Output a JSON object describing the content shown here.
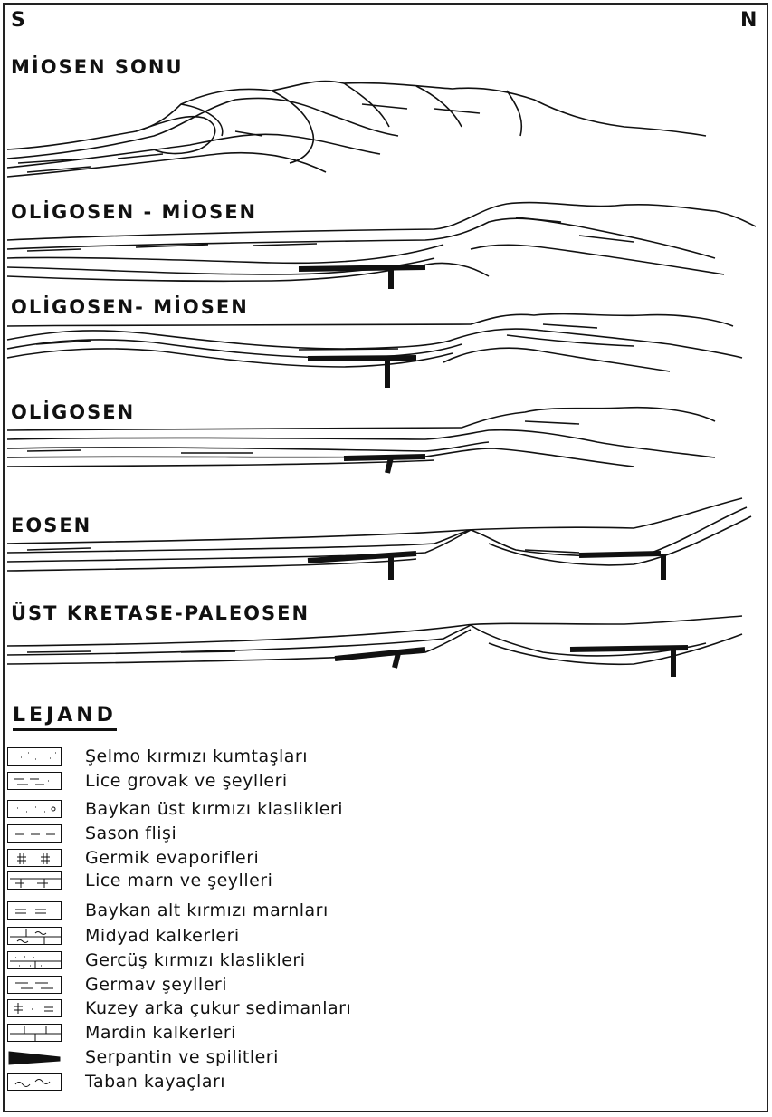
{
  "directions": {
    "south": "S",
    "north": "N"
  },
  "stages": [
    "MİOSEN SONU",
    "OLİGOSEN - MİOSEN",
    "OLİGOSEN- MİOSEN",
    "OLİGOSEN",
    "EOSEN",
    "ÜST KRETASE-PALEOSEN"
  ],
  "legend": {
    "title": "LEJAND",
    "items": [
      {
        "label": "Şelmo kırmızı kumtaşları",
        "pattern": "dots"
      },
      {
        "label": "Lice grovak ve şeylleri",
        "pattern": "dash-dots"
      },
      {
        "label": "Baykan üst kırmızı klaslikleri",
        "pattern": "dots-circle"
      },
      {
        "label": "Sason flişi",
        "pattern": "dashes"
      },
      {
        "label": "Germik evaporifleri",
        "pattern": "hash"
      },
      {
        "label": "Lice marn ve şeylleri",
        "pattern": "marl"
      },
      {
        "label": "Baykan alt kırmızı marnları",
        "pattern": "double-dash"
      },
      {
        "label": "Midyad kalkerleri",
        "pattern": "limestone-wave"
      },
      {
        "label": "Gercüş kırmızı klaslikleri",
        "pattern": "dots-lines"
      },
      {
        "label": "Germav şeylleri",
        "pattern": "shale"
      },
      {
        "label": "Kuzey arka çukur sedimanları",
        "pattern": "mixed"
      },
      {
        "label": "Mardin kalkerleri",
        "pattern": "limestone"
      },
      {
        "label": "Serpantin ve spilitleri",
        "pattern": "solid"
      },
      {
        "label": "Taban kayaçları",
        "pattern": "waves"
      }
    ]
  }
}
